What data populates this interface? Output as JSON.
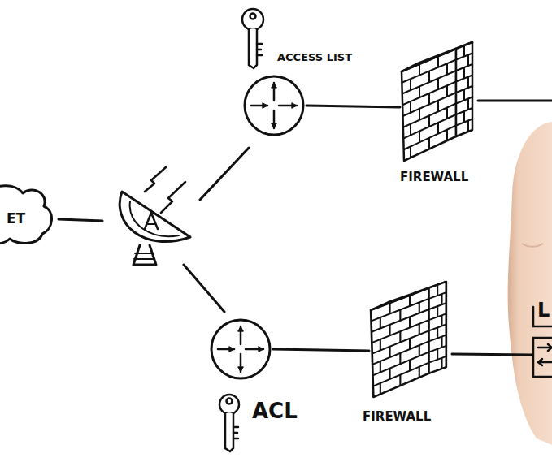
{
  "diagram": {
    "nodes": [
      {
        "text": [
          "ET"
        ]
      },
      {
        "text": [
          "ACCESS LIST"
        ]
      },
      {
        "text": [
          "FIREWALL"
        ]
      },
      {
        "text": [
          "ACL"
        ]
      },
      {
        "text": [
          "FIREWALL"
        ]
      }
    ],
    "edges": [
      {
        "from": 1,
        "to": 2,
        "arrow": "none"
      },
      {
        "from": 3,
        "to": 4,
        "arrow": "none"
      }
    ],
    "labels": [
      "L"
    ]
  }
}
